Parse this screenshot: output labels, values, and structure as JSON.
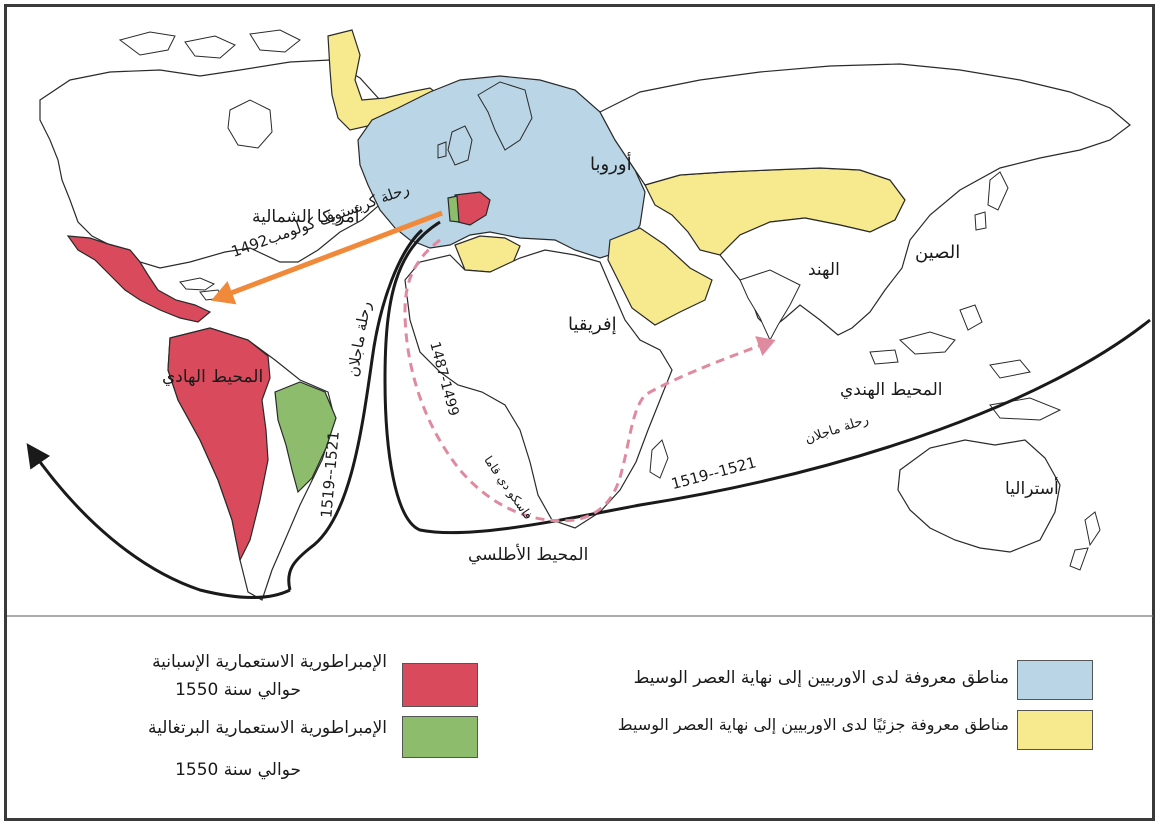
{
  "labels": {
    "europe": "أوروبا",
    "north_america": "أمريكا الشمالية",
    "pacific": "المحيط الهادي",
    "atlantic": "المحيط الأطلسي",
    "africa": "إفريقيا",
    "india": "الهند",
    "china": "الصين",
    "indian_ocean": "المحيط الهندي",
    "australia": "أستراليا"
  },
  "routes": {
    "columbus": "رحلة كريستوف كولومب1492",
    "magellan_atlantic_name": "رحلة ماجلان",
    "magellan_atlantic_dates": "1519--1521",
    "gama_dates": "1487-1499",
    "gama_name": "فاسكو دي قاما",
    "magellan_indian_name": "رحلة ماجلان",
    "magellan_indian_dates": "1519--1521"
  },
  "legend": {
    "spanish_line1": "الإمبراطورية الاستعمارية الإسبانية",
    "spanish_line2": "حوالي سنة 1550",
    "portuguese_line1": "الإمبراطورية الاستعمارية البرتغالية",
    "portuguese_line2": "حوالي سنة 1550",
    "known_regions": "مناطق معروفة لدى الاوربيين إلى نهاية العصر الوسيط",
    "partially_known_regions": "مناطق معروفة جزئيًا لدى الاوربيين إلى نهاية العصر الوسيط"
  },
  "colors": {
    "known": "#b9d5e6",
    "partial": "#f6e98e",
    "spanish": "#d94b5c",
    "portuguese": "#8cbc6c",
    "columbus_arrow": "#f08a3a",
    "gama_route": "#e08aa0",
    "magellan_route": "#1a1a1a"
  }
}
